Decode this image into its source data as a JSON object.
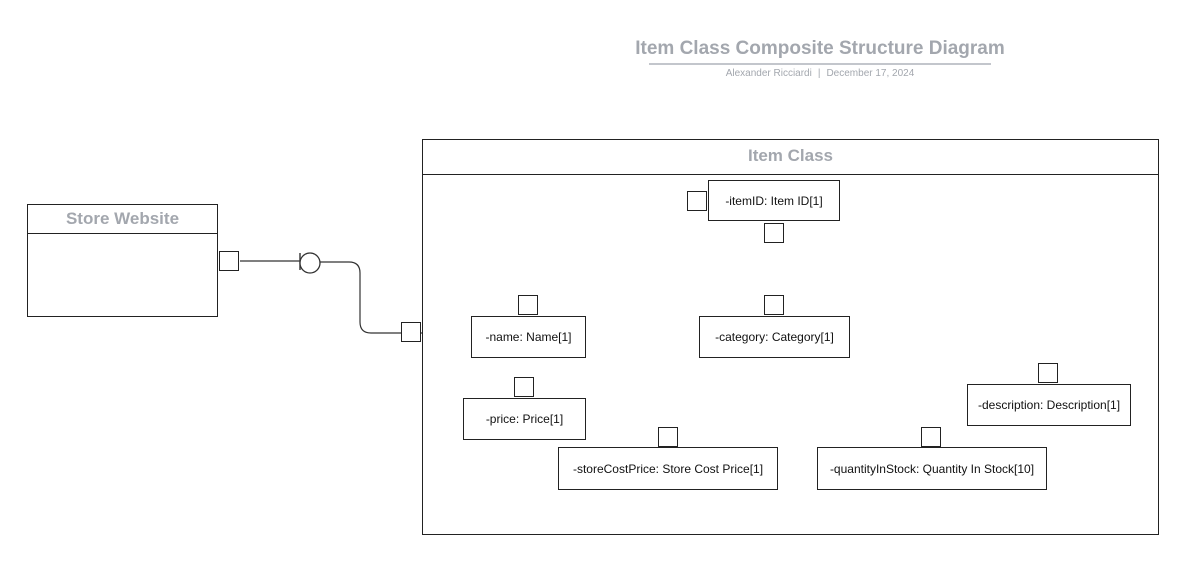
{
  "header": {
    "title": "Item Class Composite Structure Diagram",
    "author": "Alexander Ricciardi",
    "separator": "|",
    "date": "December 17, 2024"
  },
  "store_website": {
    "title": "Store Website"
  },
  "item_class": {
    "title": "Item Class",
    "parts": {
      "item_id": "-itemID: Item ID[1]",
      "name": "-name: Name[1]",
      "category": "-category: Category[1]",
      "price": "-price: Price[1]",
      "description": "-description: Description[1]",
      "store_cost_price": "-storeCostPrice: Store Cost Price[1]",
      "quantity_in_stock": "-quantityInStock: Quantity In Stock[10]"
    }
  },
  "colors": {
    "title_gray": "#a3a7ae",
    "line": "#222222",
    "rule": "#c3c6cc"
  }
}
